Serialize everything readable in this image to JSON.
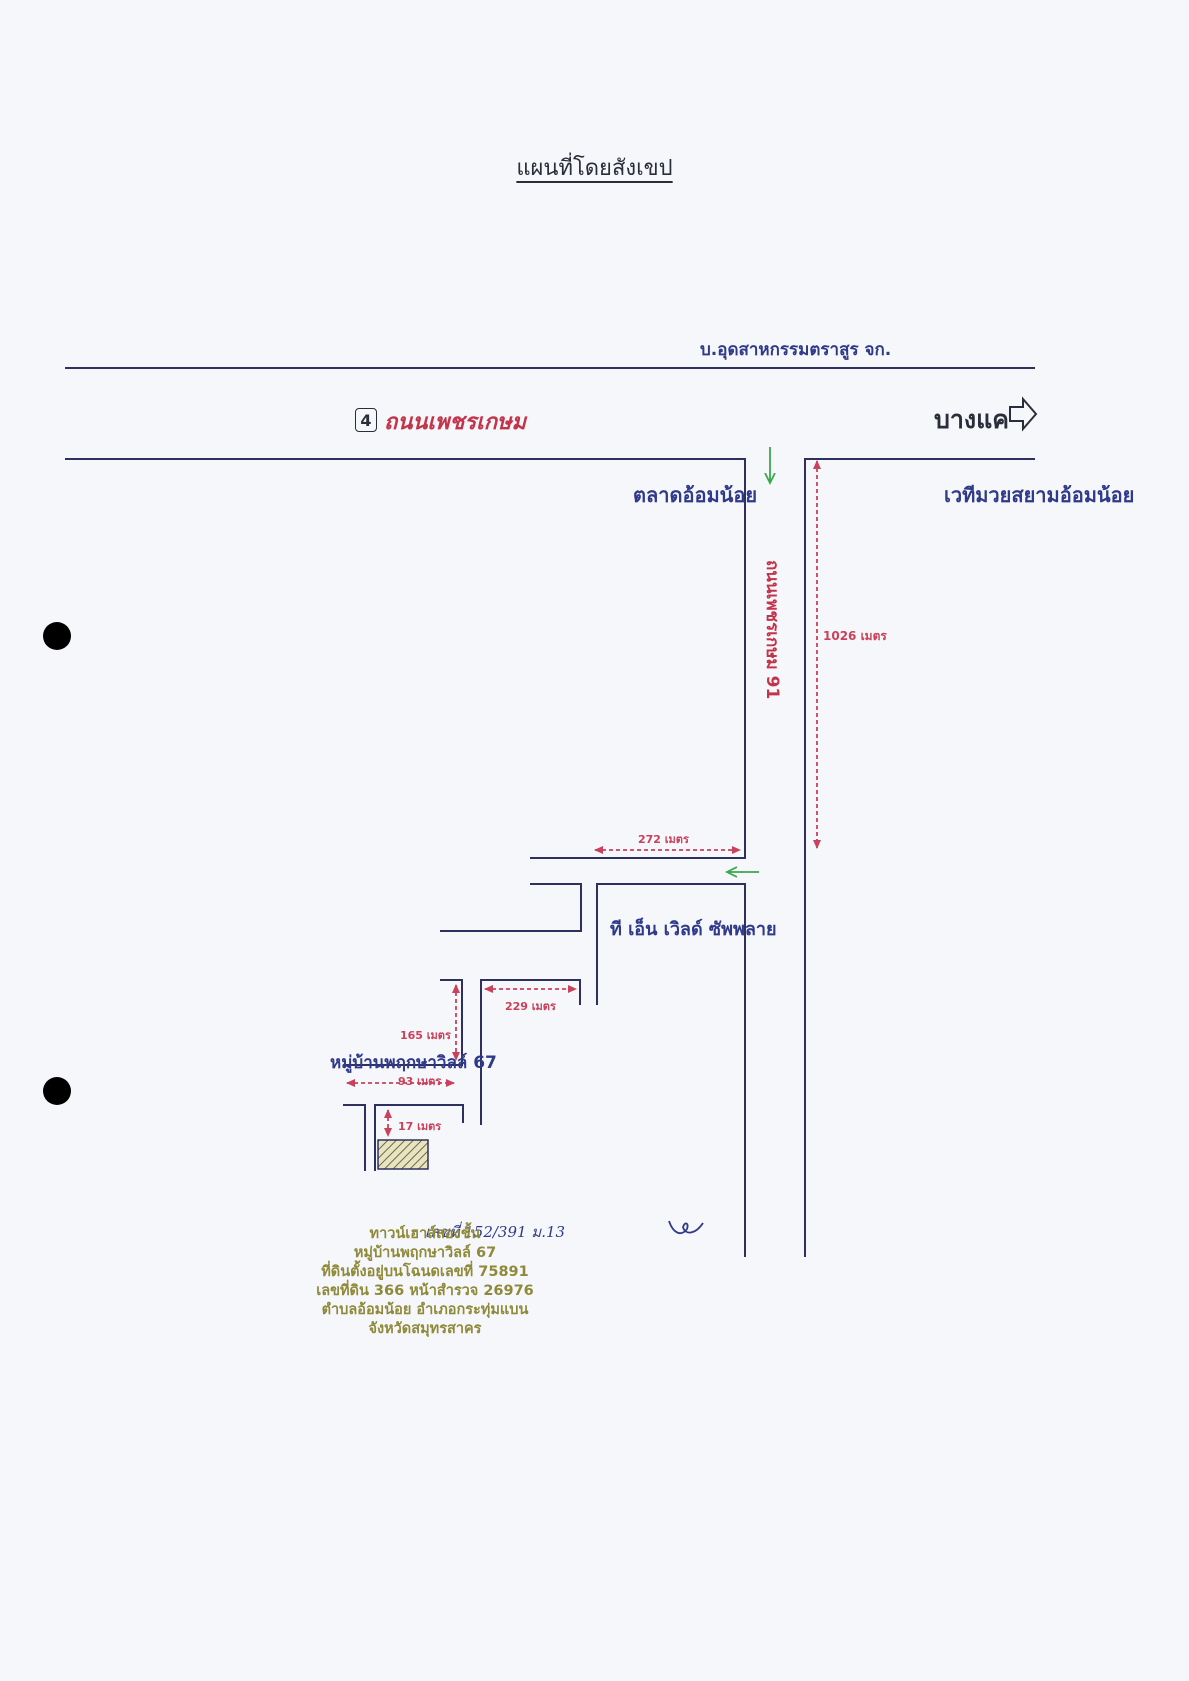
{
  "map": {
    "title": "แผนที่โดยสังเขป",
    "roads": {
      "main_road": "ถนนเพชรเกษม",
      "highway_number": "4",
      "side_road": "ถนนเพชรเกษม 91",
      "direction": "บางแค"
    },
    "landmarks": {
      "company": "บ.อุดสาหกรรมตราสูร จก.",
      "market": "ตลาดอ้อมน้อย",
      "stadium": "เวทีมวยสยามอ้อมน้อย",
      "shop": "ที เอ็น เวิลด์ ซัพพลาย",
      "village": "หมู่บ้านพฤกษาวิลล์ 67"
    },
    "distances": {
      "d1026": "1026 เมตร",
      "d272": "272 เมตร",
      "d229": "229 เมตร",
      "d165": "165 เมตร",
      "d93": "93 เมตร",
      "d17": "17 เมตร"
    },
    "handwritten": "เลขที่ 152/391 ม.13",
    "address_lines": [
      "ทาวน์เฮาส์สองชั้น",
      "หมู่บ้านพฤกษาวิลล์ 67",
      "ที่ดินตั้งอยู่บนโฉนดเลขที่ 75891",
      "เลขที่ดิน 366 หน้าสำรวจ 26976",
      "ตำบลอ้อมน้อย อำเภอกระทุ่มแบน",
      "จังหวัดสมุทรสาคร"
    ],
    "colors": {
      "road_line": "#2e3160",
      "label_navy": "#2f3a8a",
      "label_red": "#c3344a",
      "measure": "#c9415a",
      "arrow_green": "#3aa84a",
      "address_olive": "#8f8a3a"
    }
  }
}
